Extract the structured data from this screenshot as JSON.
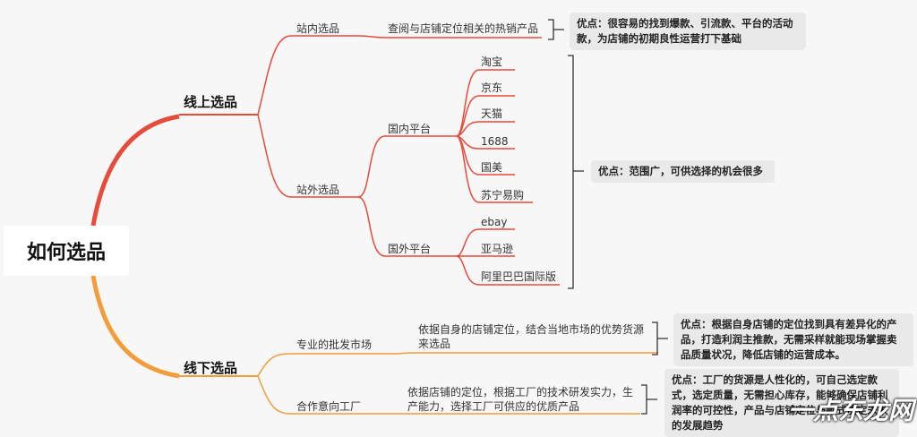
{
  "root": "如何选品",
  "online": {
    "label": "线上选品",
    "in_site": {
      "label": "站内选品",
      "detail": "查阅与店铺定位相关的热销产品",
      "note": "优点：很容易的找到爆款、引流款、平台的活动款，为店铺的初期良性运营打下基础"
    },
    "off_site": {
      "label": "站外选品",
      "domestic": {
        "label": "国内平台",
        "items": [
          "淘宝",
          "京东",
          "天猫",
          "1688",
          "国美",
          "苏宁易购"
        ]
      },
      "foreign": {
        "label": "国外平台",
        "items": [
          "ebay",
          "亚马逊",
          "阿里巴巴国际版"
        ]
      },
      "note": "优点：范围广，可供选择的机会很多"
    }
  },
  "offline": {
    "label": "线下选品",
    "wholesale": {
      "label": "专业的批发市场",
      "detail": "依据自身的店铺定位，结合当地市场的优势货源来选品",
      "note": "优点：根据自身店铺的定位找到具有差异化的产品，打造利润主推款，无需采样就能现场掌握卖品质量状况，降低店铺的运营成本。"
    },
    "factory": {
      "label": "合作意向工厂",
      "detail": "依据店铺的定位，根据工厂的技术研发实力，生产能力，选择工厂可供应的优质产品",
      "note": "优点：工厂的货源是人性化的，可自己选定款式，选定质量，无需担心库存，能够确保店铺利润率的可控性，产品与店铺定位与款式决定未来的发展趋势"
    }
  },
  "watermark": "一点东龙网"
}
